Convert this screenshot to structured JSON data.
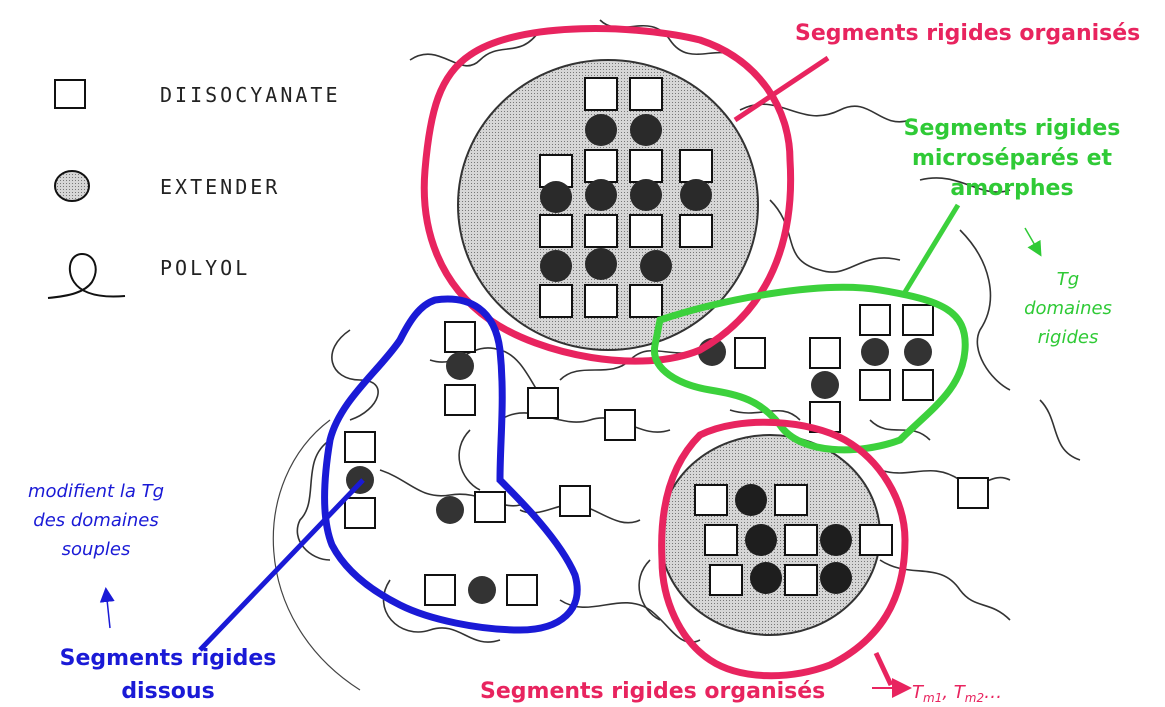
{
  "legend": {
    "diisocyanate": "DIISOCYANATE",
    "extender": "EXTENDER",
    "polyol": "POLYOL"
  },
  "labels": {
    "top_right": "Segments rigides organisés",
    "green_line1": "Segments rigides",
    "green_line2": "microséparés et",
    "green_line3": "amorphes",
    "tg_line1": "Tg",
    "tg_line2": "domaines",
    "tg_line3": "rigides",
    "left_line1": "modifient la Tg",
    "left_line2": "des domaines",
    "left_line3": "souples",
    "blue_line1": "Segments rigides",
    "blue_line2": "dissous",
    "bottom": "Segments rigides organisés",
    "tm_prefix": "T",
    "tm1_sub": "m1",
    "tm_sep": ", T",
    "tm2_sub": "m2",
    "tm_suffix": "…"
  },
  "colors": {
    "pink": "#e8245f",
    "green": "#2fca36",
    "blue": "#1a1ad6"
  }
}
